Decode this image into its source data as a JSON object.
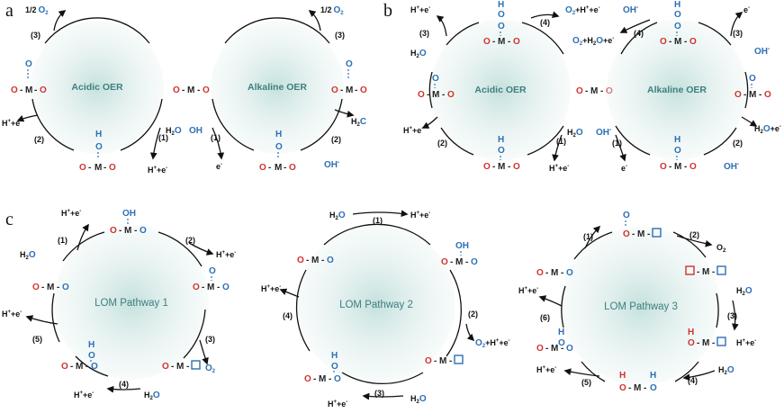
{
  "panels": {
    "a": "a",
    "b": "b",
    "c": "c"
  },
  "centers": {
    "a_acid": "Acidic OER",
    "a_alk": "Alkaline OER",
    "b_acid": "Acidic OER",
    "b_alk": "Alkaline OER",
    "lom1": "LOM Pathway 1",
    "lom2": "LOM Pathway 2",
    "lom3": "LOM Pathway 3"
  },
  "atoms": {
    "O": "O",
    "M": "M",
    "H": "H",
    "dash": "-"
  },
  "species": {
    "half_o2": "1/2",
    "o2": "O",
    "h2o": "H",
    "hplus": "H",
    "oh": "OH",
    "eminus": "e",
    "h2c": "H",
    "o2_h_e": "O",
    "o2_h2o_e": "O",
    "h2o_e": "H"
  },
  "steps": {
    "s1": "(1)",
    "s2": "(2)",
    "s3": "(3)",
    "s4": "(4)",
    "s5": "(5)",
    "s6": "(6)"
  },
  "colors": {
    "oxygen": "#d0312d",
    "adsorbate": "#2c6fb7",
    "center_text": "#3f7f80"
  }
}
